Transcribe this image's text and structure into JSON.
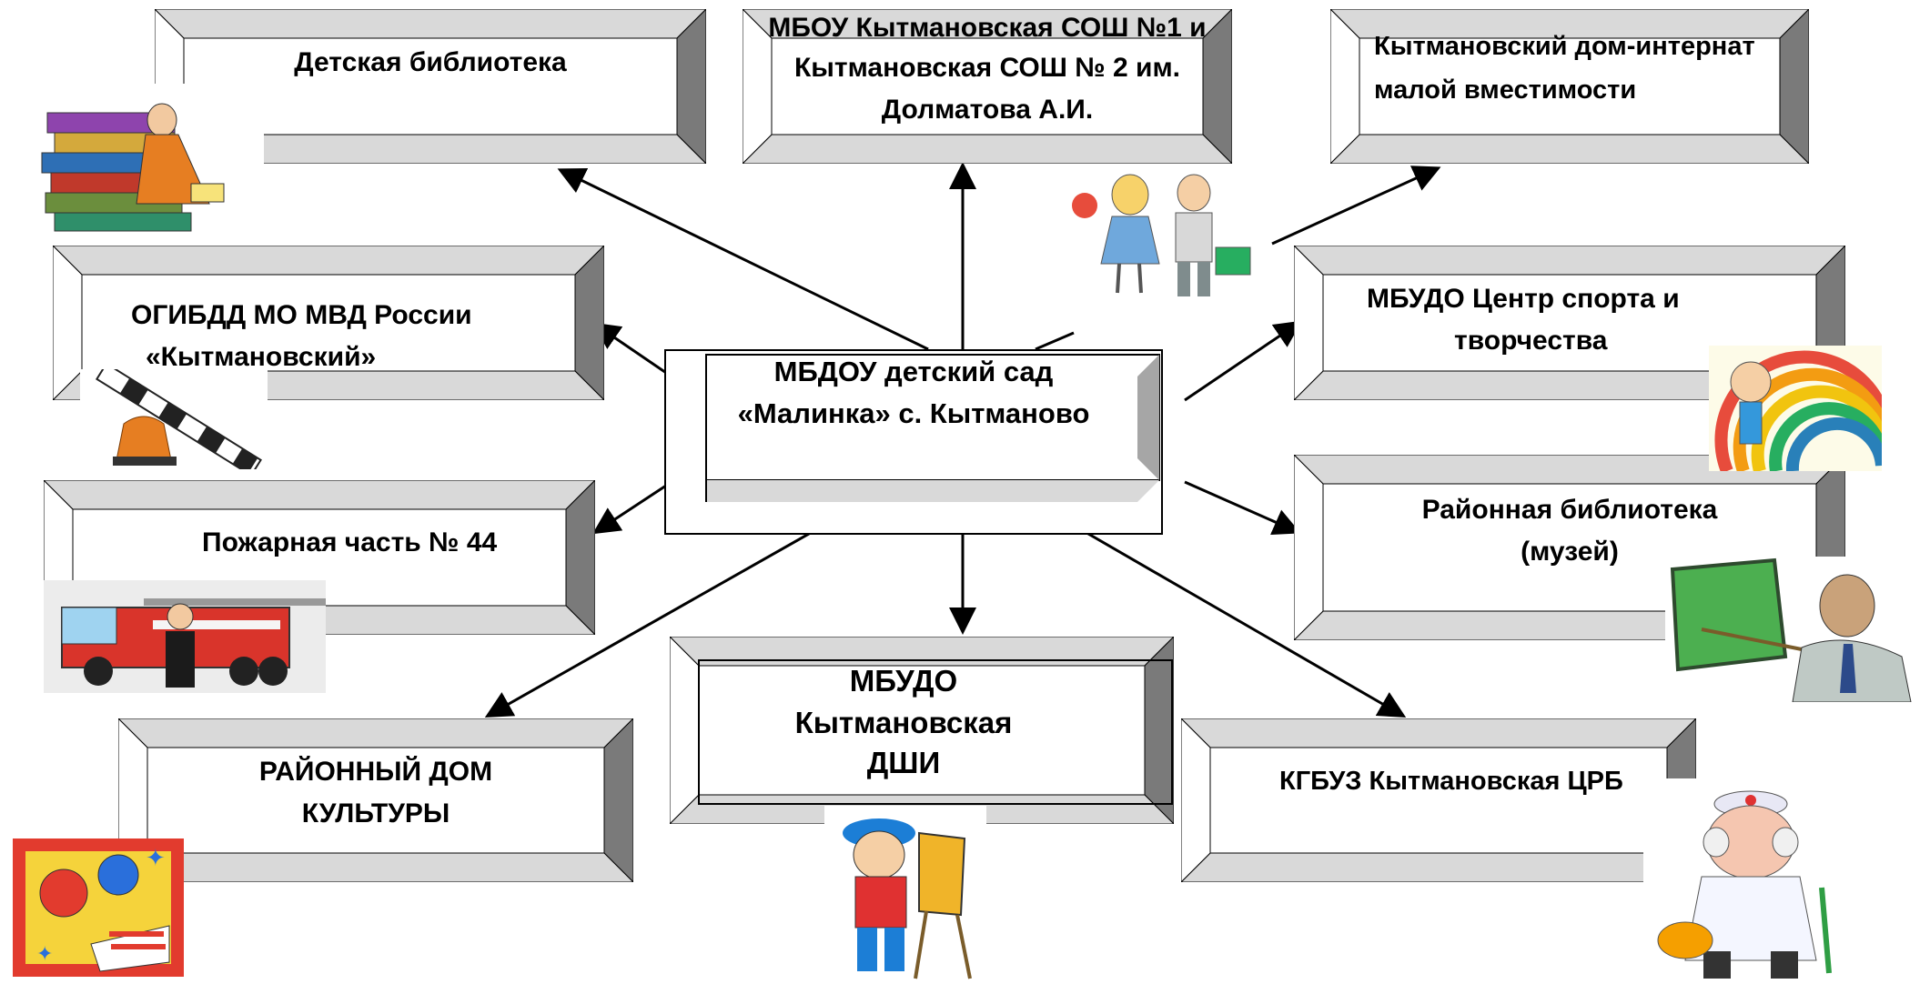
{
  "center": {
    "line1": "МБДОУ  детский сад",
    "line2": "«Малинка» с. Кытманово"
  },
  "boxes": {
    "childrens_library": "Детская библиотека",
    "school_line1": "МБОУ Кытмановская СОШ №1 и",
    "school_line2": "Кытмановская СОШ № 2 им.",
    "school_line3": "Долматова А.И.",
    "boarding_line1": "Кытмановский дом-интернат",
    "boarding_line2": "малой вместимости",
    "traffic_police_line1": "ОГИБДД МО МВД России",
    "traffic_police_line2": "«Кытмановский»",
    "sport_center_line1": "МБУДО Центр спорта и",
    "sport_center_line2": "творчества",
    "fire_station": "Пожарная часть № 44",
    "district_library_line1": "Районная библиотека",
    "district_library_line2": "(музей)",
    "culture_house_line1": "РАЙОННЫЙ ДОМ",
    "culture_house_line2": "КУЛЬТУРЫ",
    "art_school_line1": "МБУДО",
    "art_school_line2": "Кытмановская",
    "art_school_line3": "ДШИ",
    "hospital": "КГБУЗ Кытмановская ЦРБ"
  },
  "colors": {
    "frame_dark": "#7a7a7a",
    "frame_light": "#d9d9d9",
    "frame_mid": "#a6a6a6",
    "arrow": "#000000"
  },
  "illustrations": [
    "books-clipart",
    "schoolchildren-clipart",
    "police-baton-siren-clipart",
    "rainbow-pencil-clipart",
    "fire-truck-clipart",
    "teacher-pointer-clipart",
    "balloons-card-clipart",
    "young-painter-clipart",
    "doctor-clipart"
  ]
}
